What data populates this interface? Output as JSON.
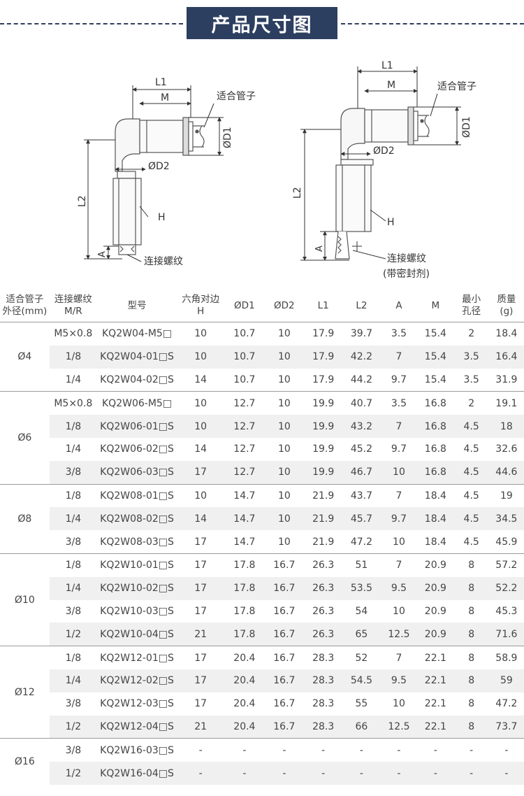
{
  "page_title": "产品尺寸图",
  "drawing_left": {
    "labels": {
      "L1": "L1",
      "M": "M",
      "fit_tube": "适合管子",
      "D1": "ØD1",
      "D2": "ØD2",
      "L2": "L2",
      "H": "H",
      "A": "A",
      "thread": "连接螺纹"
    }
  },
  "drawing_right": {
    "labels": {
      "L1": "L1",
      "M": "M",
      "fit_tube": "适合管子",
      "D1": "ØD1",
      "D2": "ØD2",
      "L2": "L2",
      "H": "H",
      "A": "A",
      "thread": "连接螺纹",
      "sealant": "(带密封剂)"
    }
  },
  "table": {
    "headers": [
      [
        "适合管子",
        "外径(mm)"
      ],
      [
        "连接螺纹",
        "M/R"
      ],
      [
        "型号"
      ],
      [
        "六角对边",
        "H"
      ],
      [
        "ØD1"
      ],
      [
        "ØD2"
      ],
      [
        "L1"
      ],
      [
        "L2"
      ],
      [
        "A"
      ],
      [
        "M"
      ],
      [
        "最小",
        "孔径"
      ],
      [
        "质量",
        "(g)"
      ]
    ],
    "groups": [
      {
        "od": "Ø4",
        "rows": [
          [
            "M5×0.8",
            "KQ2W04-M5□",
            "10",
            "10.7",
            "10",
            "17.9",
            "39.7",
            "3.5",
            "15.4",
            "2",
            "18.4"
          ],
          [
            "1/8",
            "KQ2W04-01□S",
            "10",
            "10.7",
            "10",
            "17.9",
            "42.2",
            "7",
            "15.4",
            "3.5",
            "16.4"
          ],
          [
            "1/4",
            "KQ2W04-02□S",
            "14",
            "10.7",
            "10",
            "17.9",
            "44.2",
            "9.7",
            "15.4",
            "3.5",
            "31.9"
          ]
        ]
      },
      {
        "od": "Ø6",
        "rows": [
          [
            "M5×0.8",
            "KQ2W06-M5□",
            "10",
            "12.7",
            "10",
            "19.9",
            "40.7",
            "3.5",
            "16.8",
            "2",
            "19.1"
          ],
          [
            "1/8",
            "KQ2W06-01□S",
            "10",
            "12.7",
            "10",
            "19.9",
            "43.2",
            "7",
            "16.8",
            "4.5",
            "18"
          ],
          [
            "1/4",
            "KQ2W06-02□S",
            "14",
            "12.7",
            "10",
            "19.9",
            "45.2",
            "9.7",
            "16.8",
            "4.5",
            "32.6"
          ],
          [
            "3/8",
            "KQ2W06-03□S",
            "17",
            "12.7",
            "10",
            "19.9",
            "46.7",
            "10",
            "16.8",
            "4.5",
            "44.6"
          ]
        ]
      },
      {
        "od": "Ø8",
        "rows": [
          [
            "1/8",
            "KQ2W08-01□S",
            "10",
            "14.7",
            "10",
            "21.9",
            "43.7",
            "7",
            "18.4",
            "4.5",
            "19"
          ],
          [
            "1/4",
            "KQ2W08-02□S",
            "14",
            "14.7",
            "10",
            "21.9",
            "45.7",
            "9.7",
            "18.4",
            "4.5",
            "34.5"
          ],
          [
            "3/8",
            "KQ2W08-03□S",
            "17",
            "14.7",
            "10",
            "21.9",
            "47.2",
            "10",
            "18.4",
            "4.5",
            "45.9"
          ]
        ]
      },
      {
        "od": "Ø10",
        "rows": [
          [
            "1/8",
            "KQ2W10-01□S",
            "17",
            "17.8",
            "16.7",
            "26.3",
            "51",
            "7",
            "20.9",
            "8",
            "57.2"
          ],
          [
            "1/4",
            "KQ2W10-02□S",
            "17",
            "17.8",
            "16.7",
            "26.3",
            "53.5",
            "9.5",
            "20.9",
            "8",
            "52.2"
          ],
          [
            "3/8",
            "KQ2W10-03□S",
            "17",
            "17.8",
            "16.7",
            "26.3",
            "54",
            "10",
            "20.9",
            "8",
            "45.3"
          ],
          [
            "1/2",
            "KQ2W10-04□S",
            "21",
            "17.8",
            "16.7",
            "26.3",
            "65",
            "12.5",
            "20.9",
            "8",
            "71.6"
          ]
        ]
      },
      {
        "od": "Ø12",
        "rows": [
          [
            "1/8",
            "KQ2W12-01□S",
            "17",
            "20.4",
            "16.7",
            "28.3",
            "52",
            "7",
            "22.1",
            "8",
            "58.9"
          ],
          [
            "1/4",
            "KQ2W12-02□S",
            "17",
            "20.4",
            "16.7",
            "28.3",
            "54.5",
            "9.5",
            "22.1",
            "8",
            "59"
          ],
          [
            "3/8",
            "KQ2W12-03□S",
            "17",
            "20.4",
            "16.7",
            "28.3",
            "55",
            "10",
            "22.1",
            "8",
            "47.2"
          ],
          [
            "1/2",
            "KQ2W12-04□S",
            "21",
            "20.4",
            "16.7",
            "28.3",
            "66",
            "12.5",
            "22.1",
            "8",
            "73.7"
          ]
        ]
      },
      {
        "od": "Ø16",
        "rows": [
          [
            "3/8",
            "KQ2W16-03□S",
            "-",
            "-",
            "-",
            "-",
            "-",
            "-",
            "-",
            "-",
            "-"
          ],
          [
            "1/2",
            "KQ2W16-04□S",
            "-",
            "-",
            "-",
            "-",
            "-",
            "-",
            "-",
            "-",
            "-"
          ]
        ]
      }
    ]
  }
}
